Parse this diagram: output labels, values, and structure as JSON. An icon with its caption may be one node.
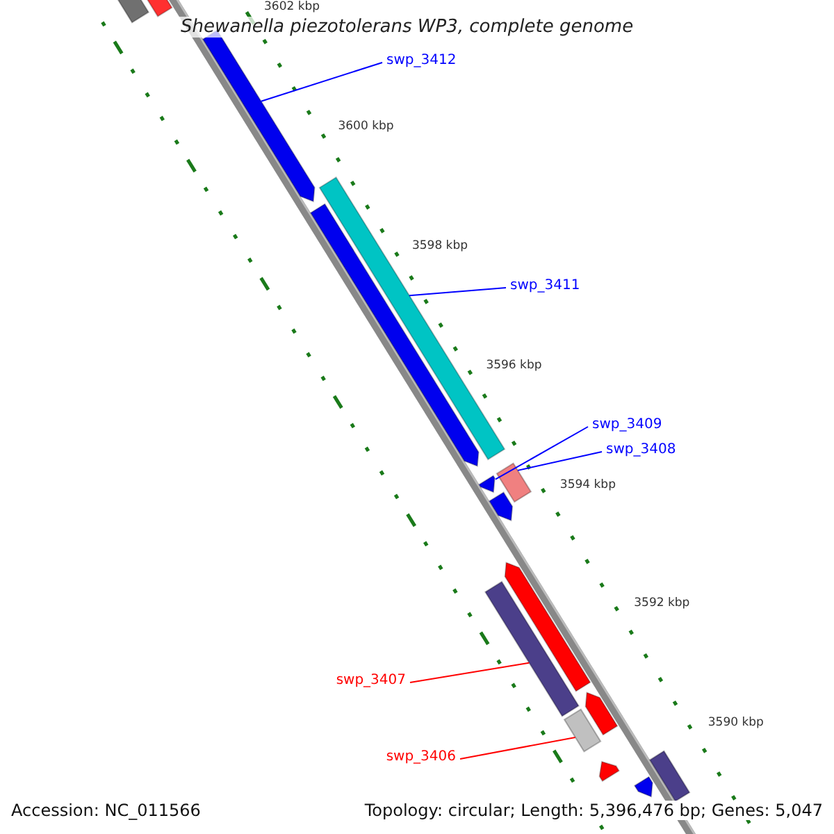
{
  "diagram": {
    "title": "Shewanella piezotolerans WP3, complete genome",
    "nodes": [
      {
        "text": [
          "swp_3412"
        ]
      },
      {
        "text": [],
        "shape": "bar"
      },
      {
        "text": [
          "swp_3411"
        ]
      },
      {
        "text": [],
        "shape": "bar"
      },
      {
        "text": [
          "swp_3409"
        ]
      },
      {
        "text": [],
        "shape": "bar"
      },
      {
        "text": [
          "swp_3408"
        ]
      },
      {
        "text": [],
        "shape": "bar"
      },
      {
        "text": [
          "swp_3407"
        ]
      },
      {
        "text": [],
        "shape": "bar"
      },
      {
        "text": [
          "swp_3406"
        ]
      },
      {
        "text": [],
        "shape": "bar"
      },
      {
        "text": [],
        "shape": "bar"
      },
      {
        "text": [],
        "shape": "bar"
      },
      {
        "text": [],
        "shape": "bar"
      },
      {
        "text": [],
        "shape": "bar"
      },
      {
        "text": [],
        "shape": "bar"
      },
      {
        "text": [],
        "shape": "bar"
      },
      {
        "text": [],
        "shape": "bar"
      },
      {
        "text": [],
        "shape": "bar"
      },
      {
        "text": [],
        "shape": "bar"
      }
    ],
    "edges": [
      {
        "from": 0,
        "to": 1,
        "arrow": "none"
      },
      {
        "from": 2,
        "to": 3,
        "arrow": "none"
      },
      {
        "from": 4,
        "to": 5,
        "arrow": "none"
      },
      {
        "from": 6,
        "to": 7,
        "arrow": "none"
      },
      {
        "from": 8,
        "to": 9,
        "arrow": "none",
        "color": "#ff0000"
      },
      {
        "from": 10,
        "to": 11,
        "arrow": "none",
        "color": "#ff0000"
      }
    ],
    "labels": [
      "3602 kbp",
      "3600 kbp",
      "3598 kbp",
      "3596 kbp",
      "3594 kbp",
      "3592 kbp",
      "3590 kbp",
      "Accession: NC_011566",
      "Topology: circular; Length: 5,396,476 bp; Genes: 5,047"
    ]
  }
}
